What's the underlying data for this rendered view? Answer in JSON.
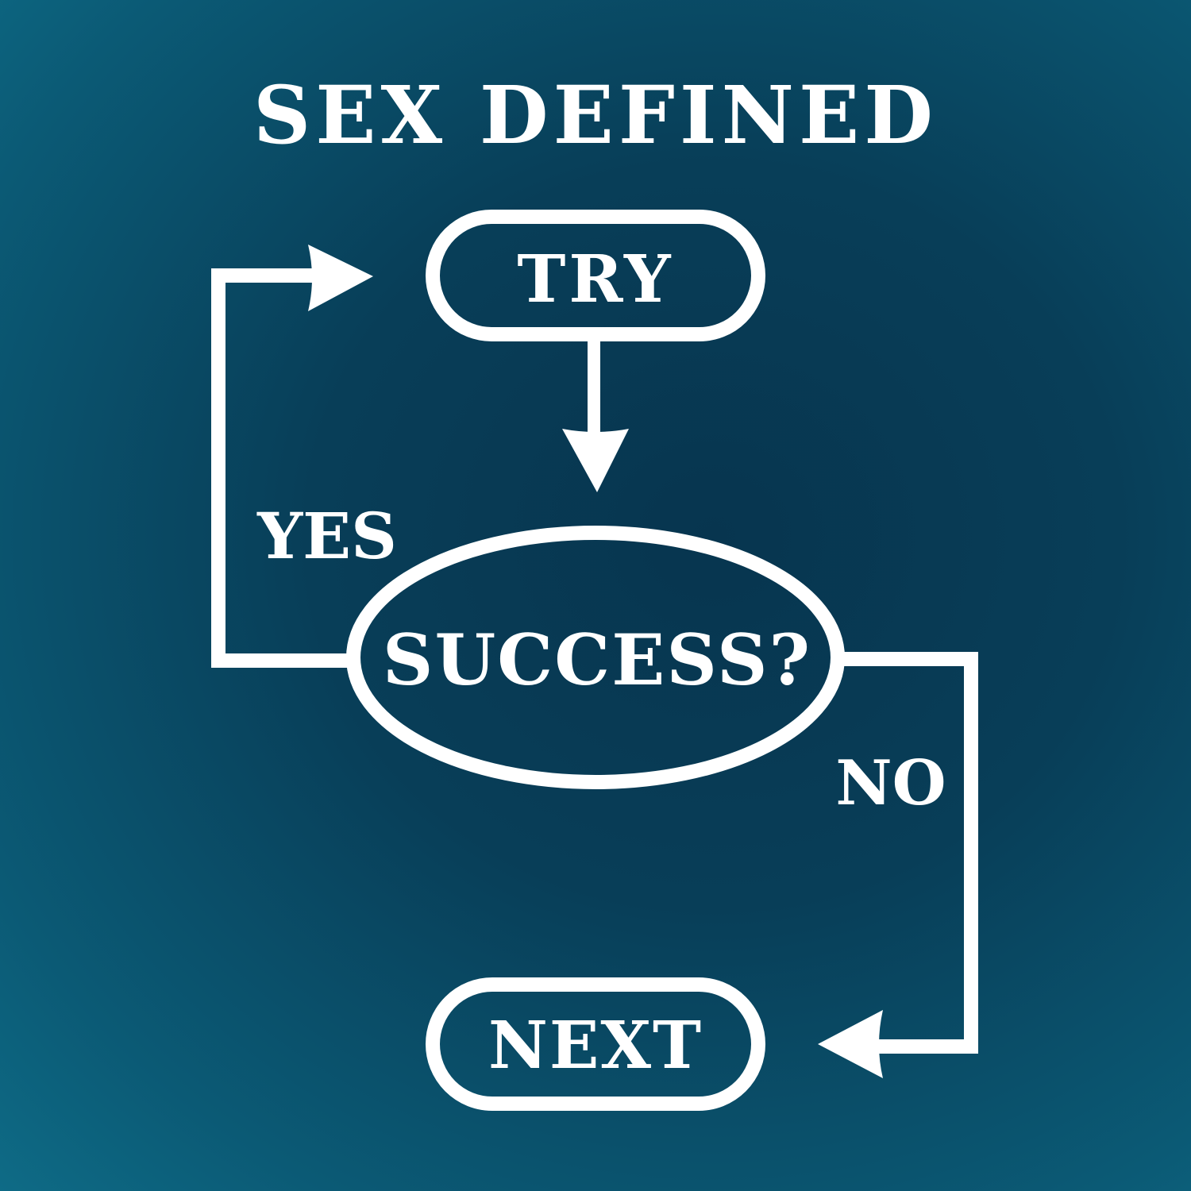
{
  "title": "SEX DEFINED",
  "nodes": {
    "try": "TRY",
    "success": "SUCCESS?",
    "next": "NEXT"
  },
  "edges": {
    "yes": "YES",
    "no": "NO"
  },
  "colors": {
    "background": "#083e58",
    "foreground": "#ffffff"
  }
}
